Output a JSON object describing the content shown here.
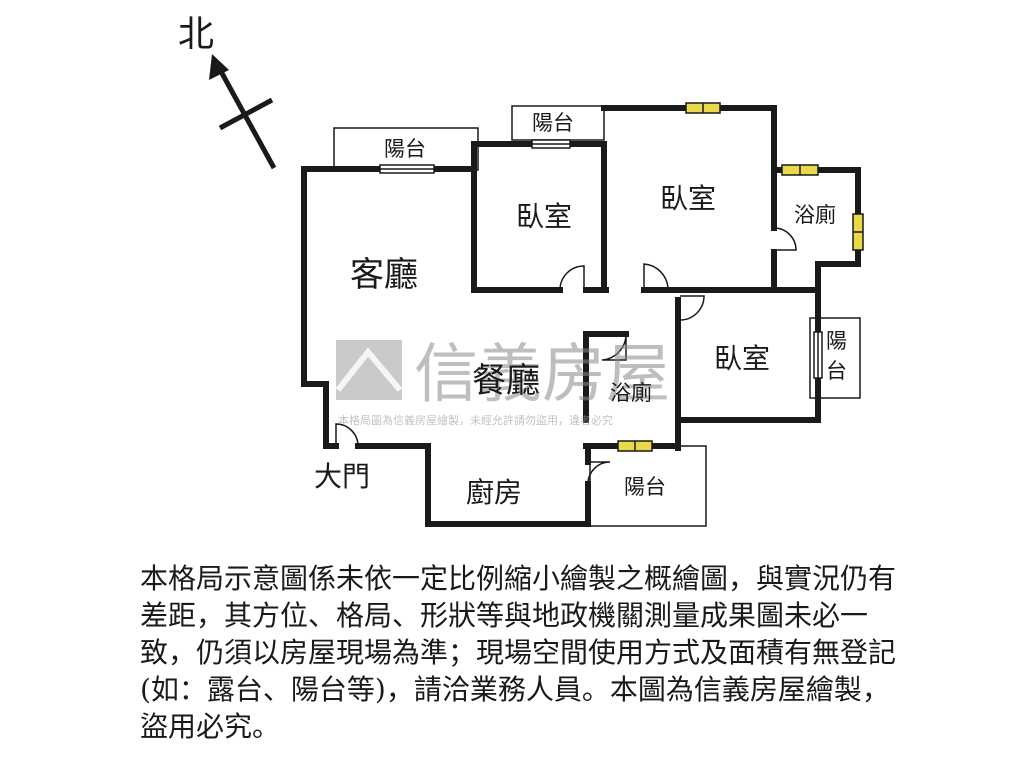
{
  "compass": {
    "label": "北"
  },
  "rooms": {
    "living_room": "客廳",
    "dining_room": "餐廳",
    "bedroom_1": "臥室",
    "bedroom_2": "臥室",
    "bedroom_3": "臥室",
    "bathroom_1": "浴廁",
    "bathroom_2": "浴廁",
    "kitchen": "廚房",
    "entrance": "大門",
    "balcony_1": "陽台",
    "balcony_2": "陽台",
    "balcony_3": "陽台",
    "balcony_4": "陽台"
  },
  "watermark": {
    "brand": "信義房屋",
    "notice": "本格局圖為信義房屋繪製，未經允許請勿盜用，違者必究"
  },
  "disclaimer": "本格局示意圖係未依一定比例縮小繪製之概繪圖，與實況仍有差距，其方位、格局、形狀等與地政機關測量成果圖未必一致，仍須以房屋現場為準；現場空間使用方式及面積有無登記(如：露台、陽台等)，請洽業務人員。本圖為信義房屋繪製，盜用必究。",
  "colors": {
    "wall": "#1a1a1a",
    "window": "#e8d84a",
    "watermark": "#8a8a8a"
  }
}
